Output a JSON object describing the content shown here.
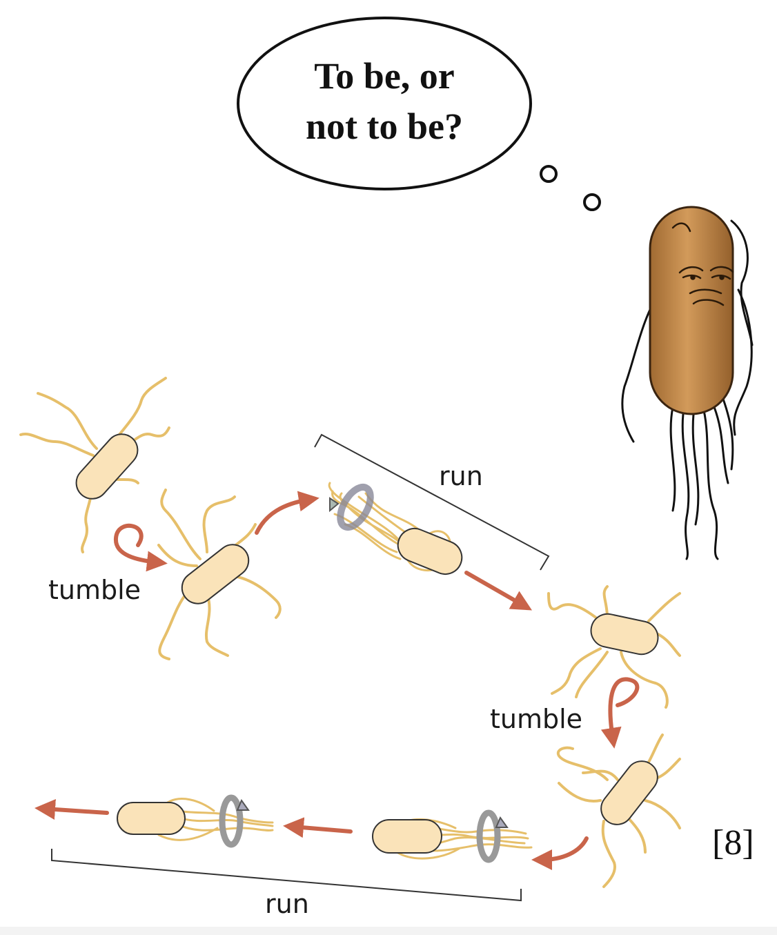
{
  "thought_bubble": {
    "line1": "To be, or",
    "line2": "not to be?"
  },
  "labels": {
    "tumble_left": "tumble",
    "tumble_right": "tumble",
    "run_top": "run",
    "run_bottom": "run"
  },
  "reference": "[8]",
  "colors": {
    "cell_fill": "#fae3b9",
    "flagella": "#e6bf6a",
    "arrow": "#c9644a",
    "motor": "#bcc7c2",
    "cartoon_body": "#c08a4c"
  }
}
